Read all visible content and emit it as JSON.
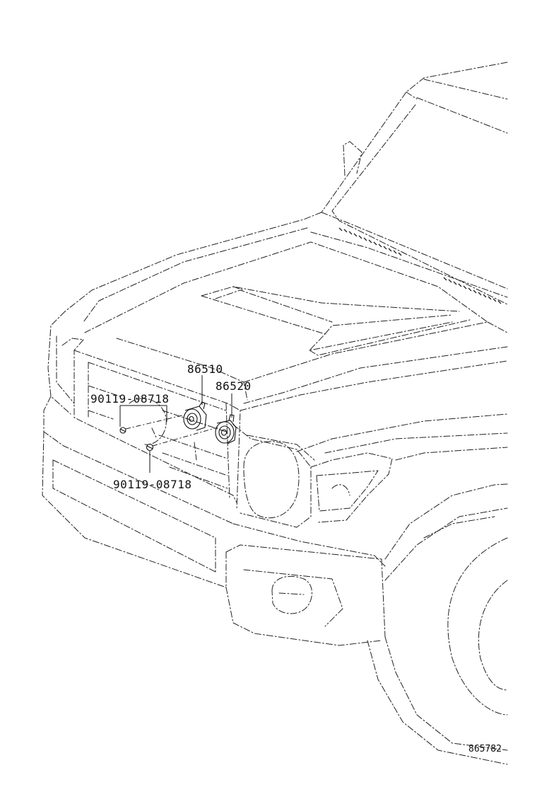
{
  "diagram": {
    "callouts": {
      "part_86510": "86510",
      "part_86520": "86520",
      "bolt_upper": "90119-08718",
      "bolt_lower": "90119-08718"
    },
    "illustration_code": "865782"
  }
}
